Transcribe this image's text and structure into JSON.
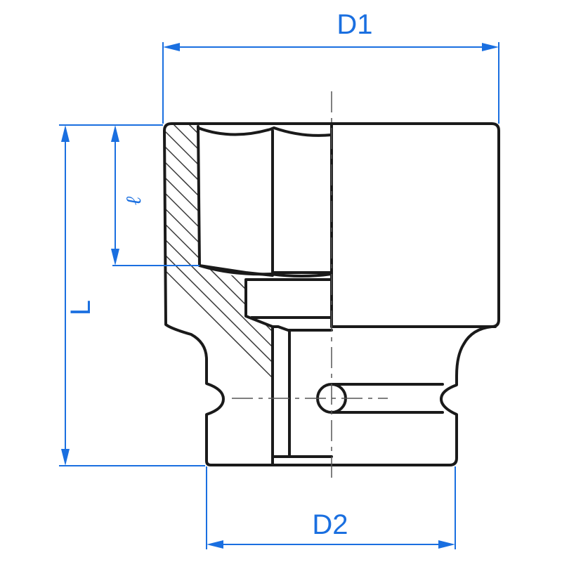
{
  "diagram": {
    "labels": {
      "d1": "D1",
      "d2": "D2",
      "length": "L",
      "small_length": "ℓ"
    },
    "colors": {
      "dimension": "#1a6fe0",
      "outline": "#1a1a1a"
    }
  }
}
